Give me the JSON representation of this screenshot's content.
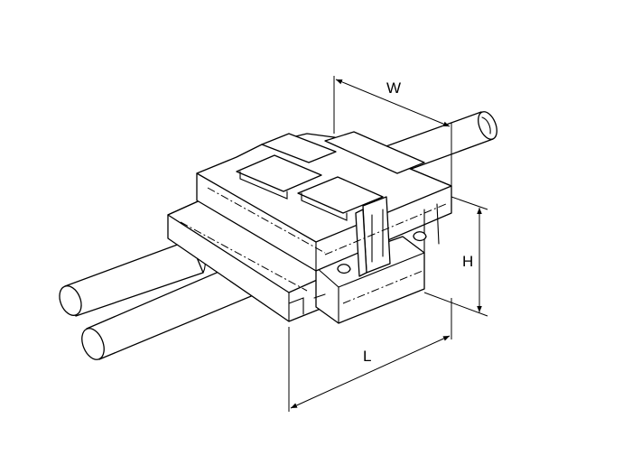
{
  "dimensions": {
    "width_label": "W",
    "height_label": "H",
    "length_label": "L"
  },
  "colors": {
    "ink": "#000000",
    "background": "#ffffff"
  }
}
